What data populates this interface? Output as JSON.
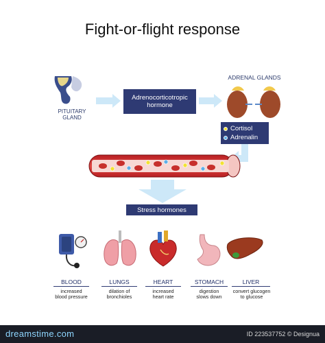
{
  "title": "Fight-or-flight response",
  "pituitary_label": "PITUITARY\nGLAND",
  "hormone_box": "Adrenocorticotropic\nhormone",
  "adrenal_label": "ADRENAL GLANDS",
  "legend": [
    {
      "label": "Cortisol",
      "color": "#f2e233"
    },
    {
      "label": "Adrenalin",
      "color": "#5fb0e8"
    }
  ],
  "stress_box": "Stress hormones",
  "organs": [
    {
      "name": "BLOOD",
      "desc": "increased\nblood pressure"
    },
    {
      "name": "LUNGS",
      "desc": "dilation of\nbronchioles"
    },
    {
      "name": "HEART",
      "desc": "increased\nheart rate"
    },
    {
      "name": "STOMACH",
      "desc": "digestion\nslows down"
    },
    {
      "name": "LIVER",
      "desc": "convert glucogen\nto glucose"
    }
  ],
  "footer": {
    "left": "dreamstime.com",
    "right": "ID 223537752 © Designua"
  }
}
